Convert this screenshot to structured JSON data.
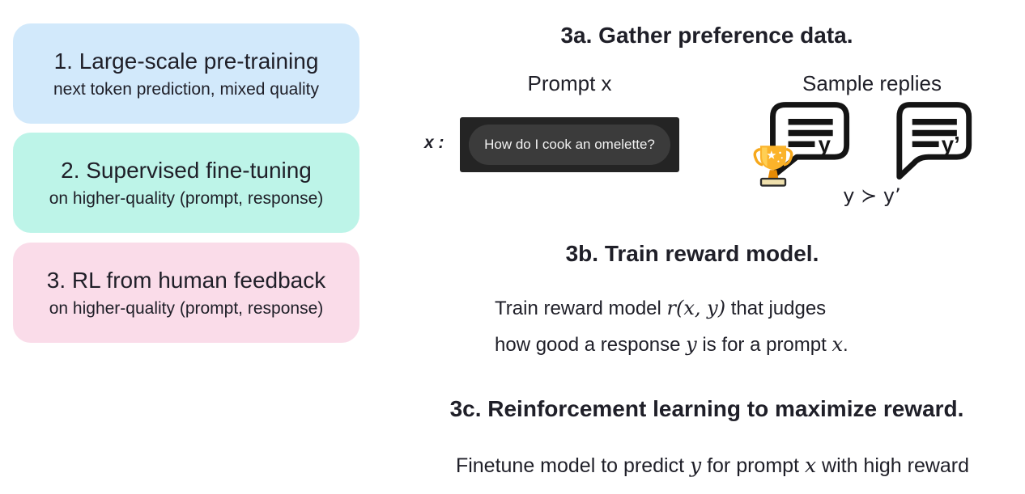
{
  "pipeline_steps": [
    {
      "title": "1. Large-scale pre-training",
      "subtitle": "next token prediction, mixed quality",
      "bg": "#d2e9fb"
    },
    {
      "title": "2. Supervised fine-tuning",
      "subtitle": "on higher-quality (prompt, response)",
      "bg": "#bdf4e8"
    },
    {
      "title": "3. RL from human feedback",
      "subtitle": "on higher-quality (prompt, response)",
      "bg": "#fadce9"
    }
  ],
  "section_3a": {
    "heading": "3a. Gather preference data.",
    "prompt_label": "Prompt x",
    "replies_label": "Sample replies",
    "x_label": "x :",
    "prompt_text": "How do I cook an omelette?",
    "reply1_label": "y",
    "reply2_label": "y’",
    "preference": "y ≻ y’"
  },
  "section_3b": {
    "heading": "3b. Train reward model.",
    "line1_prefix": "Train reward model ",
    "line1_math": "r(x, y)",
    "line1_suffix": " that judges",
    "line2_prefix": "how good a response ",
    "line2_math1": "y",
    "line2_mid": " is for a prompt ",
    "line2_math2": "x",
    "line2_end": "."
  },
  "section_3c": {
    "heading": "3c. Reinforcement learning to maximize reward.",
    "body_prefix": "Finetune model to predict ",
    "body_math1": "y",
    "body_mid": " for prompt ",
    "body_math2": "x",
    "body_suffix": " with high reward"
  },
  "icons": {
    "winner": "trophy-icon",
    "reply1": "speech-bubble-icon",
    "reply2": "speech-bubble-icon"
  },
  "colors": {
    "step1_bg": "#d2e9fb",
    "step2_bg": "#bdf4e8",
    "step3_bg": "#fadce9",
    "chat_bg": "#242424",
    "chat_pill_bg": "#3b3b3b",
    "trophy_gold": "#fbb32a",
    "text": "#1f1f28"
  }
}
